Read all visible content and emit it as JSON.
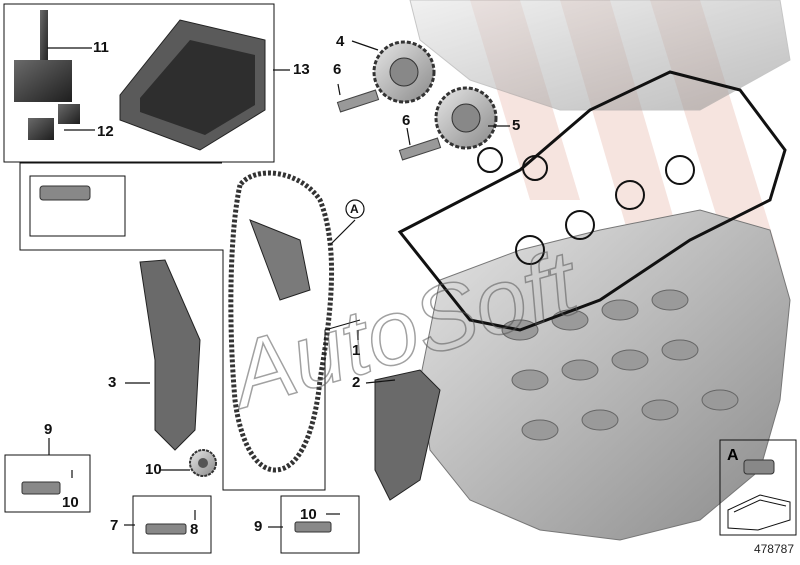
{
  "diagram": {
    "id_label": "478787",
    "watermark_text": "AutoSoft",
    "callouts": [
      "1",
      "2",
      "3",
      "4",
      "5",
      "6",
      "6",
      "7",
      "8",
      "9",
      "9",
      "10",
      "10",
      "10",
      "11",
      "12",
      "13"
    ],
    "circled_letter": "A",
    "legend_letter": "A",
    "colors": {
      "line": "#111111",
      "part_dark": "#3a3a3a",
      "part_mid": "#8c8c8c",
      "part_light": "#c8c8c8",
      "watermark": "#e2a99a"
    }
  }
}
